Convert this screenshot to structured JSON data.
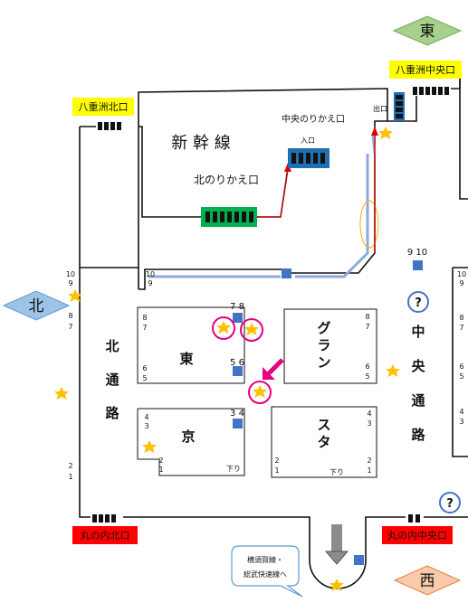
{
  "compass": {
    "east": "東",
    "north": "北",
    "west": "西"
  },
  "exits": {
    "yaesu_north": "八重洲北口",
    "yaesu_central": "八重洲中央口",
    "marunouchi_north": "丸の内北口",
    "marunouchi_central": "丸の内中央口"
  },
  "shinkansen": {
    "title": "新 幹 線",
    "north_transfer": "北のりかえ口",
    "central_transfer": "中央のりかえ口",
    "entrance": "入口",
    "exit": "出口"
  },
  "passages": {
    "north": [
      "北",
      "通",
      "路"
    ],
    "central": [
      "中",
      "央",
      "通",
      "路"
    ]
  },
  "banner": {
    "east": "東",
    "kyo": "京",
    "gran": [
      "グ",
      "ラ",
      "ン"
    ],
    "sta": [
      "ス",
      "タ"
    ]
  },
  "platforms": {
    "descending_1": "下り",
    "descending_2": "下り"
  },
  "track_numbers": {
    "t_10": "10",
    "t_9": "9",
    "t_8": "8",
    "t_7": "7",
    "t_6": "6",
    "t_5": "5",
    "t_4": "4",
    "t_3": "3",
    "t_2": "2",
    "t_1": "1",
    "t_78": "7 8",
    "t_56": "5 6",
    "t_34": "3 4",
    "t_910": "9 10"
  },
  "callout": {
    "line1": "横須賀線・",
    "line2": "総武快速線へ"
  },
  "info": {
    "symbol": "?"
  },
  "colors": {
    "exit_yellow": "#ffff00",
    "exit_red": "#ff0000",
    "compass_east": "#a8d08d",
    "compass_north": "#9dc3e6",
    "compass_west": "#f8cbad",
    "gate_blue": "#1f6fb5",
    "gate_green": "#00b050",
    "star": "#ffc000",
    "highlight": "#e6007e",
    "elevator": "#4472c4"
  }
}
